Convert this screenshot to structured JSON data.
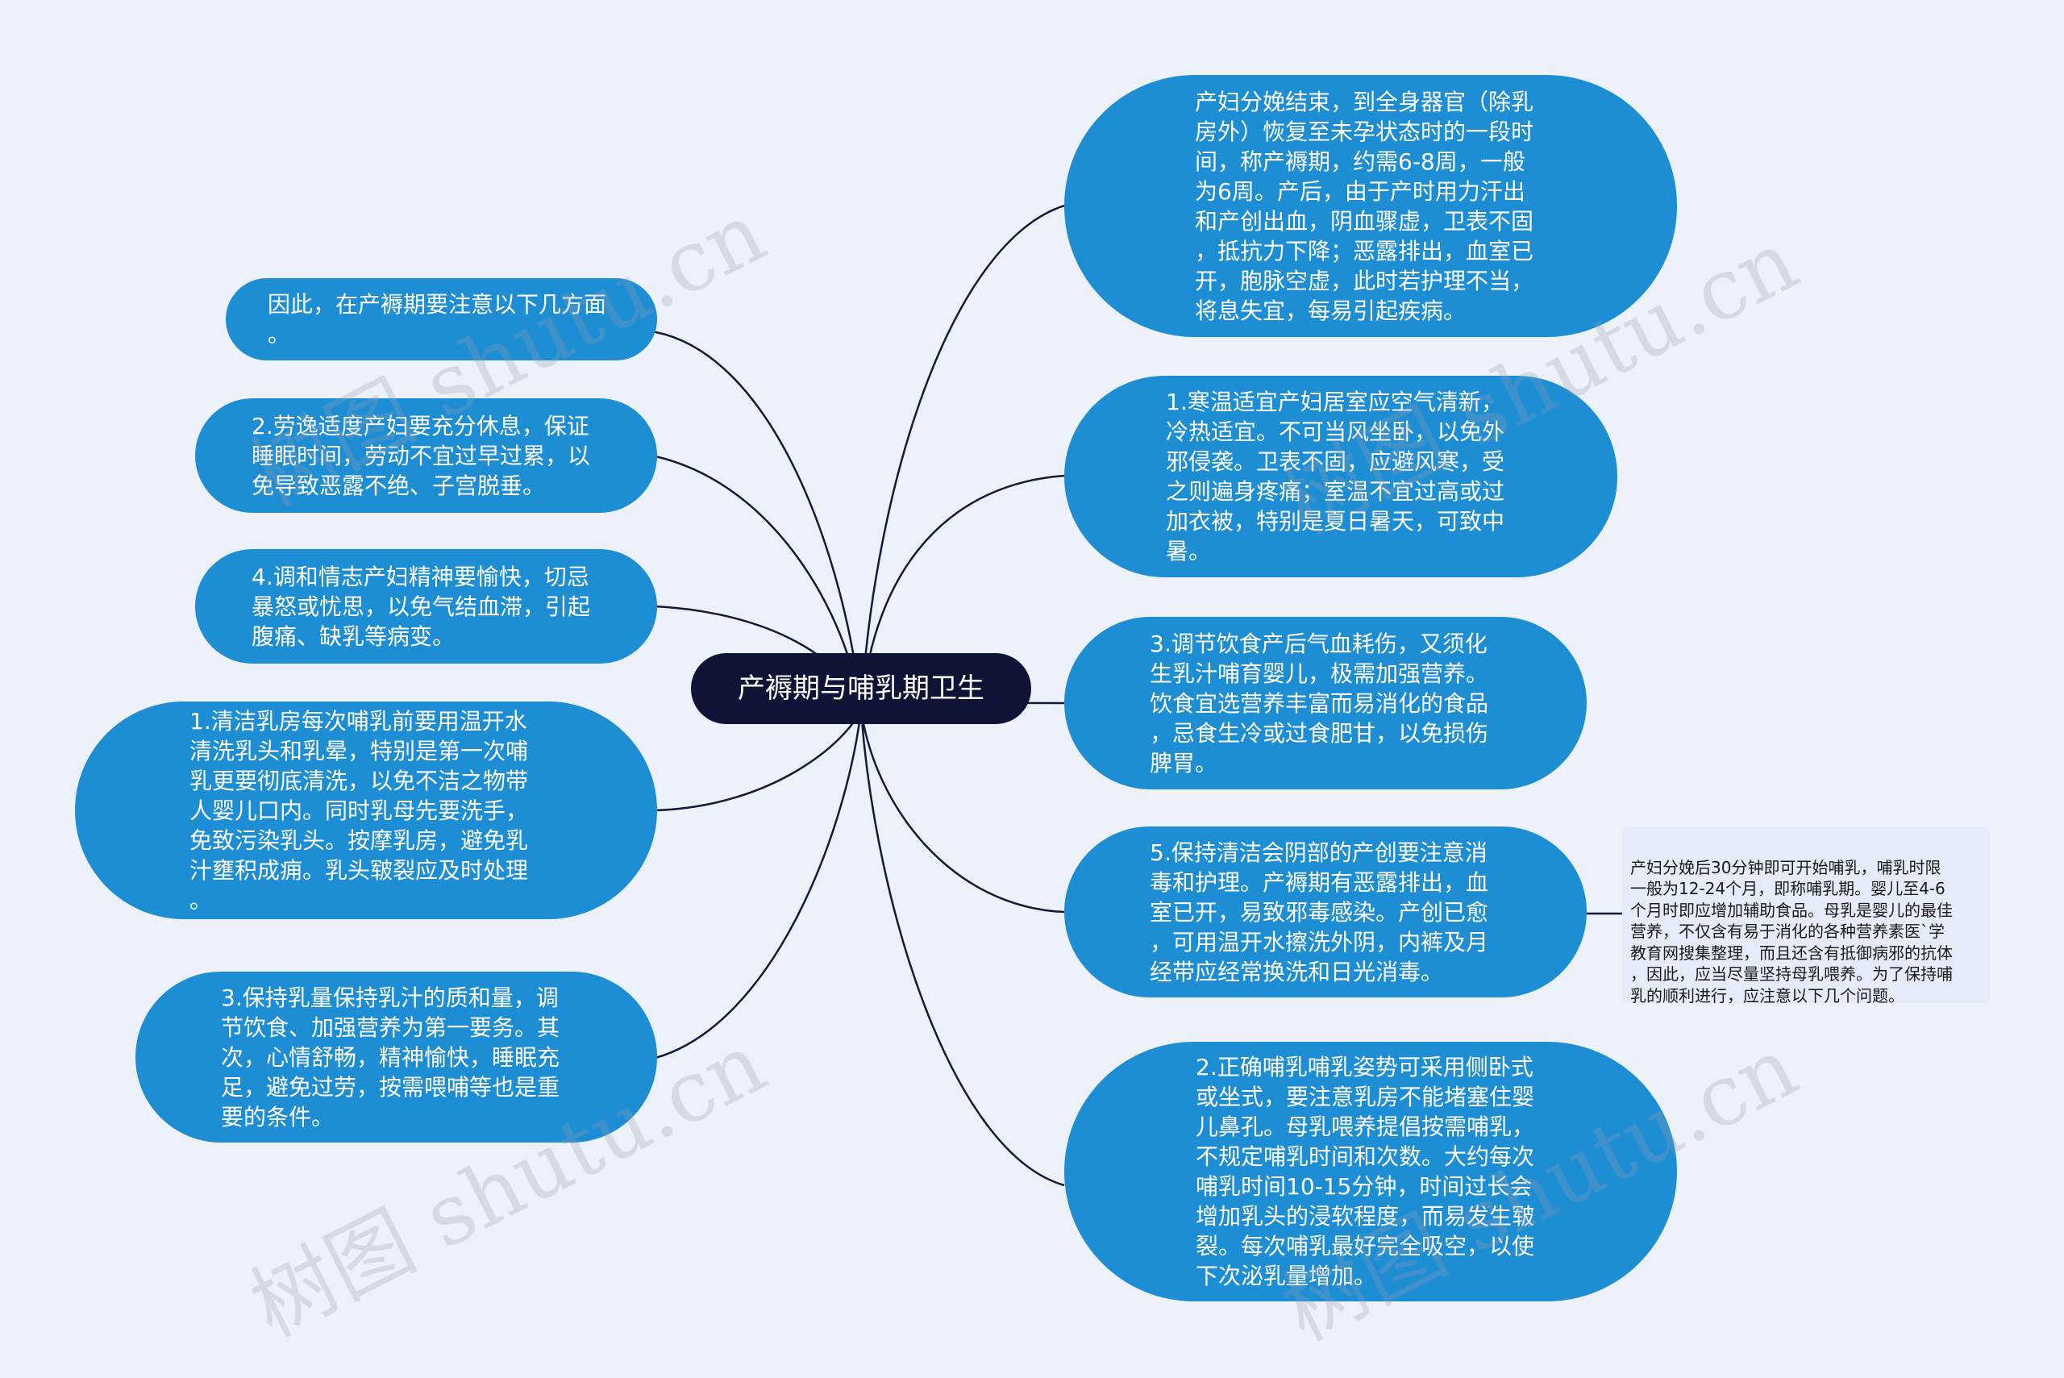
{
  "center": {
    "label": "产褥期与哺乳期卫生"
  },
  "left_nodes": [
    {
      "id": "attention",
      "text": "因此，在产褥期要注意以下几方面\n。"
    },
    {
      "id": "rest",
      "text": "2.劳逸适度产妇要充分休息，保证\n睡眠时间，劳动不宜过早过累，以\n免导致恶露不绝、子宫脱垂。"
    },
    {
      "id": "emotion",
      "text": "4.调和情志产妇精神要愉快，切忌\n暴怒或忧思，以免气结血滞，引起\n腹痛、缺乳等病变。"
    },
    {
      "id": "breast-clean",
      "text": "1.清洁乳房每次哺乳前要用温开水\n清洗乳头和乳晕，特别是第一次哺\n乳更要彻底清洗，以免不洁之物带\n人婴儿口内。同时乳母先要洗手，\n免致污染乳头。按摩乳房，避免乳\n汁壅积成痈。乳头皲裂应及时处理\n。"
    },
    {
      "id": "milk-supply",
      "text": "3.保持乳量保持乳汁的质和量，调\n节饮食、加强营养为第一要务。其\n次，心情舒畅，精神愉快，睡眠充\n足，避免过劳，按需喂哺等也是重\n要的条件。"
    }
  ],
  "right_nodes": [
    {
      "id": "definition",
      "text": "产妇分娩结束，到全身器官（除乳\n房外）恢复至未孕状态时的一段时\n间，称产褥期，约需6-8周，一般\n为6周。产后，由于产时用力汗出\n和产创出血，阴血骤虚，卫表不固\n，抵抗力下降；恶露排出，血室已\n开，胞脉空虚，此时若护理不当，\n将息失宜，每易引起疾病。"
    },
    {
      "id": "temperature",
      "text": "1.寒温适宜产妇居室应空气清新，\n冷热适宜。不可当风坐卧，以免外\n邪侵袭。卫表不固，应避风寒，受\n之则遍身疼痛；室温不宜过高或过\n加衣被，特别是夏日暑天，可致中\n暑。"
    },
    {
      "id": "diet",
      "text": "3.调节饮食产后气血耗伤，又须化\n生乳汁哺育婴儿，极需加强营养。\n饮食宜选营养丰富而易消化的食品\n，忌食生冷或过食肥甘，以免损伤\n脾胃。"
    },
    {
      "id": "hygiene",
      "text": "5.保持清洁会阴部的产创要注意消\n毒和护理。产褥期有恶露排出，血\n室已开，易致邪毒感染。产创已愈\n，可用温开水擦洗外阴，内裤及月\n经带应经常换洗和日光消毒。"
    },
    {
      "id": "posture",
      "text": "2.正确哺乳哺乳姿势可采用侧卧式\n或坐式，要注意乳房不能堵塞住婴\n儿鼻孔。母乳喂养提倡按需哺乳，\n不规定哺乳时间和次数。大约每次\n哺乳时间10-15分钟，时间过长会\n增加乳头的浸软程度，而易发生皲\n裂。每次哺乳最好完全吸空，以使\n下次泌乳量增加。"
    }
  ],
  "side_note": {
    "text": "产妇分娩后30分钟即可开始哺乳，哺乳时限\n一般为12-24个月，即称哺乳期。婴儿至4-6\n个月时即应增加辅助食品。母乳是婴儿的最佳\n营养，不仅含有易于消化的各种营养素医`学\n教育网搜集整理，而且还含有抵御病邪的抗体\n，因此，应当尽量坚持母乳喂养。为了保持哺\n乳的顺利进行，应注意以下几个问题。"
  },
  "watermark": {
    "text": "树图 shutu.cn"
  },
  "colors": {
    "background": "#edf1fa",
    "node": "#1e8ed4",
    "center": "#0f1436",
    "line": "#141a3a",
    "note": "#e5ebf8"
  }
}
